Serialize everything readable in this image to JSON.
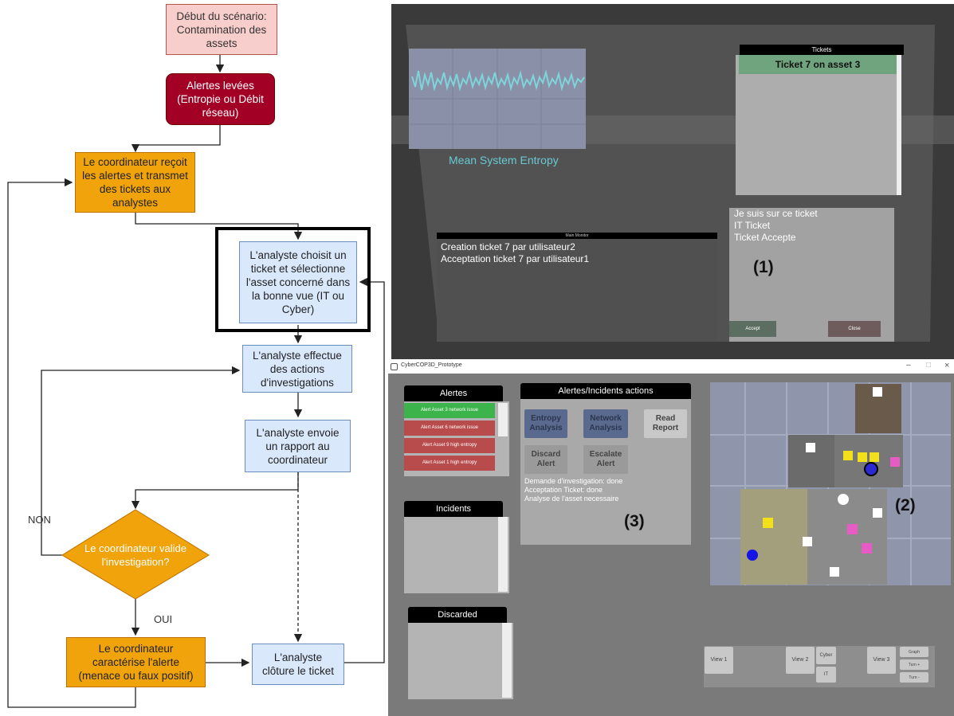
{
  "flowchart": {
    "start": "Début du scénario: Contamination des assets",
    "alerts": "Alertes levées (Entropie ou Débit réseau)",
    "coord_receive": "Le coordinateur reçoit les alertes et transmet des tickets aux analystes",
    "analyst_choose": "L'analyste choisit un ticket et sélectionne l'asset concerné dans la bonne vue (IT ou Cyber)",
    "analyst_investigate": "L'analyste effectue des actions d'investigations",
    "analyst_report": "L'analyste envoie un rapport au coordinateur",
    "decision": "Le coordinateur valide l'investigation?",
    "label_non": "NON",
    "label_oui": "OUI",
    "coord_characterize": "Le coordinateur caractérise l'alerte (menace ou faux positif)",
    "analyst_close": "L'analyste clôture le ticket"
  },
  "vr_view": {
    "entropy_label": "Mean System Entropy",
    "tickets_header": "Tickets",
    "ticket_item": "Ticket 7 on asset 3",
    "log_header": "Main Monitor",
    "log_lines": [
      "Creation ticket 7 par utilisateur2",
      "Acceptation ticket 7 par utilisateur1"
    ],
    "ticket_detail": [
      "Je suis sur ce ticket",
      "IT Ticket",
      "Ticket Accepte"
    ],
    "accept_button": "Accept",
    "close_button": "Close",
    "callout": "(1)"
  },
  "app": {
    "window_title": "CyberCOP3D_Prototype",
    "window_controls": [
      "–",
      "□",
      "×"
    ],
    "alerts_header": "Alertes",
    "alerts": [
      {
        "label": "Alert Asset 3 network issue",
        "color": "#3cb44b"
      },
      {
        "label": "Alert Asset 6 network issue",
        "color": "#b84b4b"
      },
      {
        "label": "Alert Asset 9 high entropy",
        "color": "#b84b4b"
      },
      {
        "label": "Alert Asset 1 high entropy",
        "color": "#b84b4b"
      }
    ],
    "incidents_header": "Incidents",
    "discarded_header": "Discarded",
    "actions_header": "Alertes/Incidents actions",
    "actions": {
      "entropy": "Entropy Analysis",
      "network": "Network Analysis",
      "read": "Read Report",
      "discard": "Discard Alert",
      "escalate": "Escalate Alert"
    },
    "status_lines": [
      "Demande d'investigation: done",
      "Acceptation Ticket: done",
      "Analyse de l'asset necessaire"
    ],
    "callout_actions": "(3)",
    "callout_map": "(2)",
    "view_buttons": {
      "view1": "View 1",
      "view2": "View 2",
      "cyber": "Cyber",
      "it": "IT",
      "view3": "View 3",
      "graph": "Graph",
      "turn_plus": "Turn +",
      "turn_minus": "Turn -"
    }
  }
}
